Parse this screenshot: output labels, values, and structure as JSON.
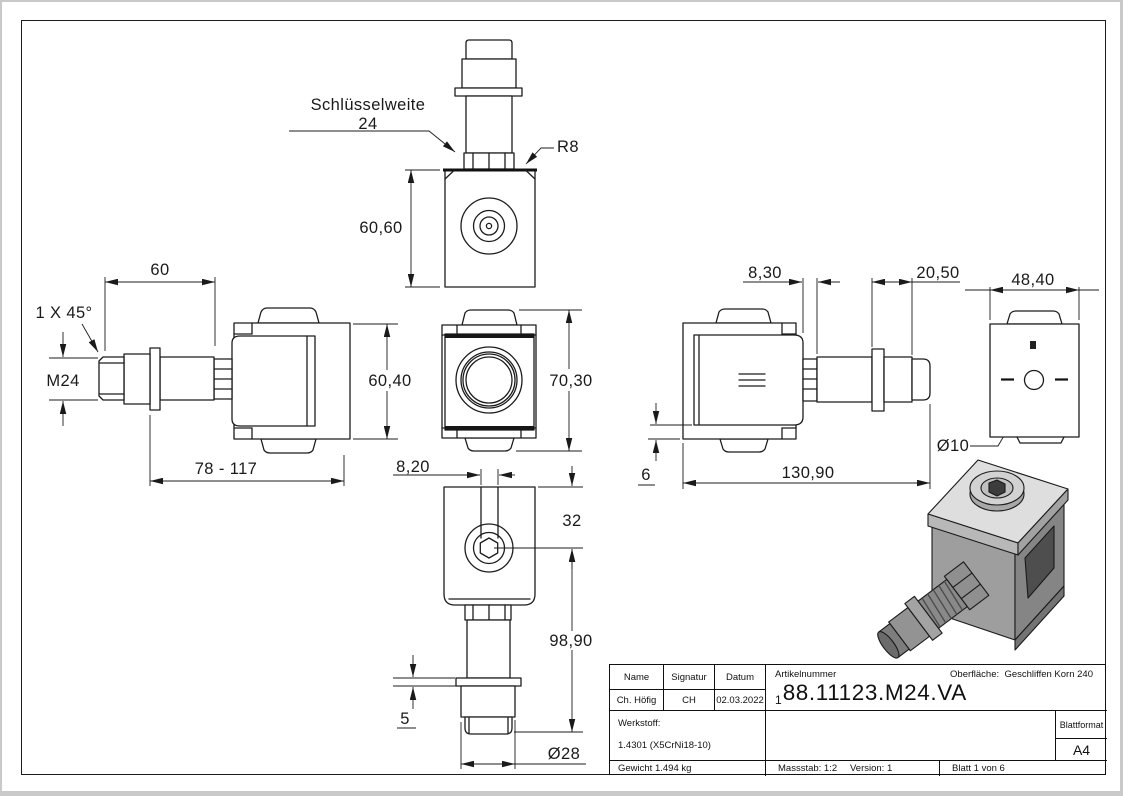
{
  "drawing": {
    "labels": {
      "schluesselweite": "Schlüsselweite",
      "schluesselweite_value": "24",
      "radius": "R8",
      "chamfer": "1 X 45°",
      "thread": "M24",
      "dia_hole": "Ø10",
      "dia_bolt": "Ø28"
    },
    "dimensions": {
      "d60_60": "60,60",
      "d60": "60",
      "d60_40": "60,40",
      "d78_117": "78 - 117",
      "d70_30": "70,30",
      "d8_20": "8,20",
      "d32": "32",
      "d98_90": "98,90",
      "d5": "5",
      "d8_30": "8,30",
      "d20_50": "20,50",
      "d48_40": "48,40",
      "d6": "6",
      "d130_90": "130,90"
    }
  },
  "title_block": {
    "name_label": "Name",
    "signature_label": "Signatur",
    "date_label": "Datum",
    "name": "Ch. Höfig",
    "signature": "CH",
    "date": "02.03.2022",
    "article_label": "Artikelnummer",
    "article_prefix": "1",
    "article_number": "88.11123.M24.VA",
    "surface_label": "Oberfläche:",
    "surface": "Geschliffen Korn 240",
    "material_label": "Werkstoff:",
    "material": "1.4301 (X5CrNi18-10)",
    "weight": "Gewicht 1.494 kg",
    "scale": "Massstab: 1:2",
    "version": "Version: 1",
    "sheet": "Blatt 1 von 6",
    "format_label": "Blattformat",
    "format": "A4"
  }
}
